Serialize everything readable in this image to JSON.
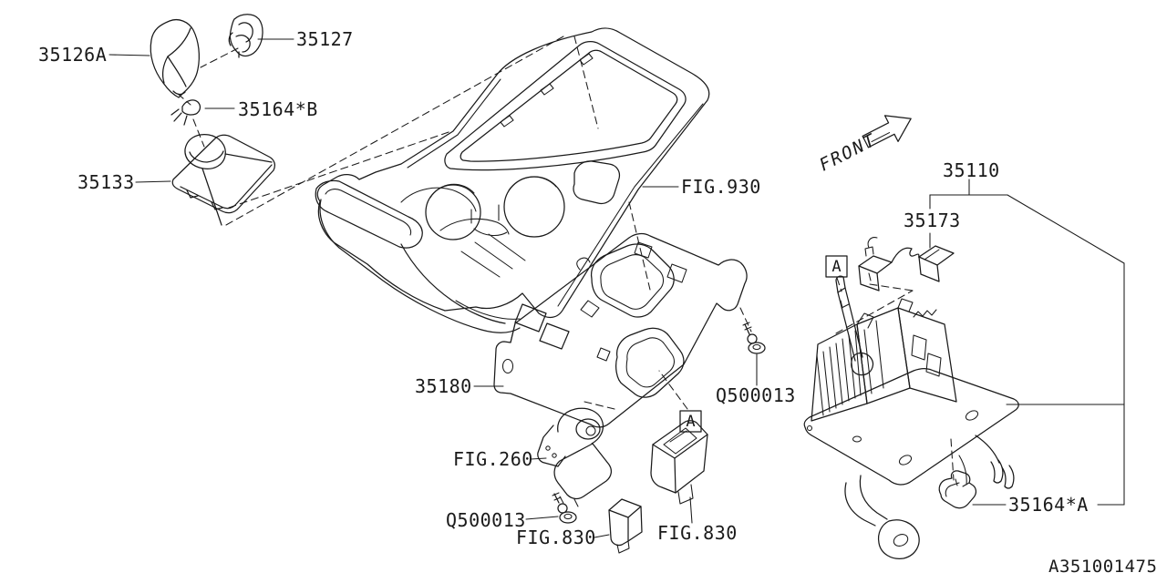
{
  "diagram": {
    "background_color": "#ffffff",
    "line_color": "#1a1a1a",
    "drawing_code": "A351001475",
    "front_indicator": "FRONT",
    "section_marker": "A",
    "part_labels": {
      "shift_knob": "35126A",
      "knob_button": "35127",
      "snap_b": "35164*B",
      "shift_boot": "35133",
      "console_figure": "FIG.930",
      "shifter_assembly": "35110",
      "connector": "35173",
      "indicator_base": "35180",
      "screw": "Q500013",
      "switch_figure": "FIG.260",
      "harness_figure": "FIG.830",
      "snap_a": "35164*A"
    }
  }
}
